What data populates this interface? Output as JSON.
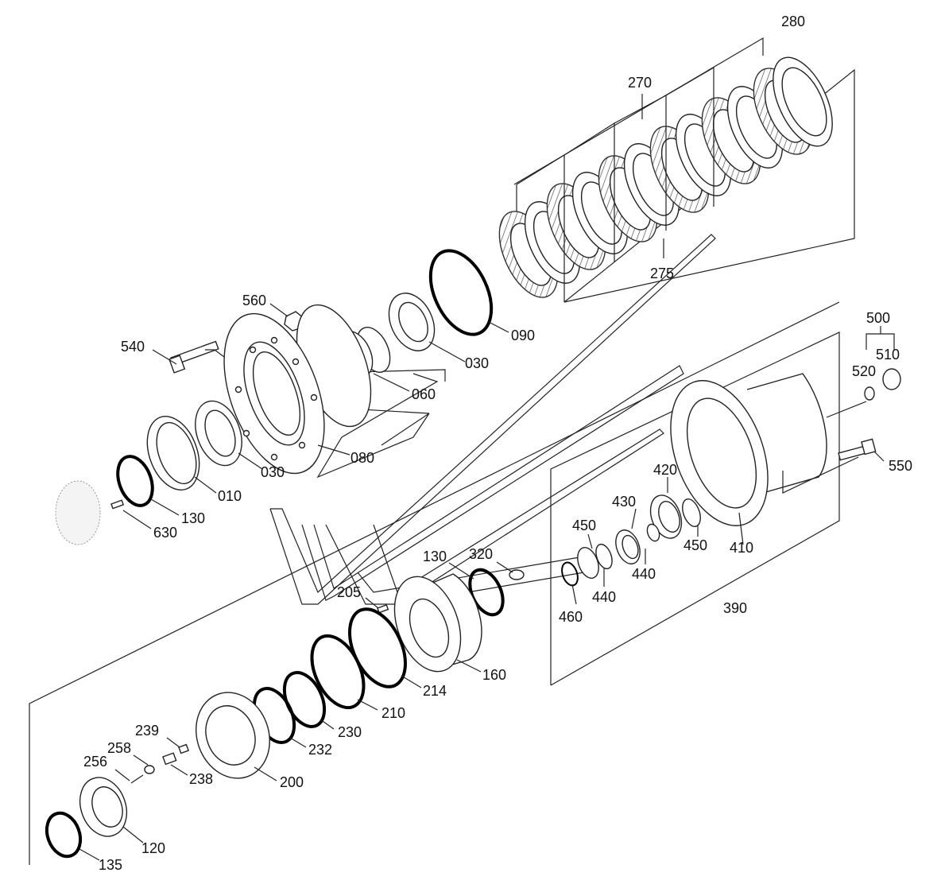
{
  "diagram": {
    "labels": {
      "l280": "280",
      "l270": "270",
      "l275": "275",
      "l560": "560",
      "l540": "540",
      "l090": "090",
      "l030a": "030",
      "l060": "060",
      "l080": "080",
      "l030b": "030",
      "l010": "010",
      "l130a": "130",
      "l630": "630",
      "l500": "500",
      "l510": "510",
      "l520": "520",
      "l550": "550",
      "l420": "420",
      "l430": "430",
      "l450a": "450",
      "l450b": "450",
      "l410": "410",
      "l440a": "440",
      "l440b": "440",
      "l130b": "130",
      "l320": "320",
      "l460": "460",
      "l390": "390",
      "l205": "205",
      "l160": "160",
      "l214": "214",
      "l210": "210",
      "l230": "230",
      "l232": "232",
      "l239": "239",
      "l258": "258",
      "l256": "256",
      "l238": "238",
      "l200": "200",
      "l120": "120",
      "l135": "135"
    }
  }
}
